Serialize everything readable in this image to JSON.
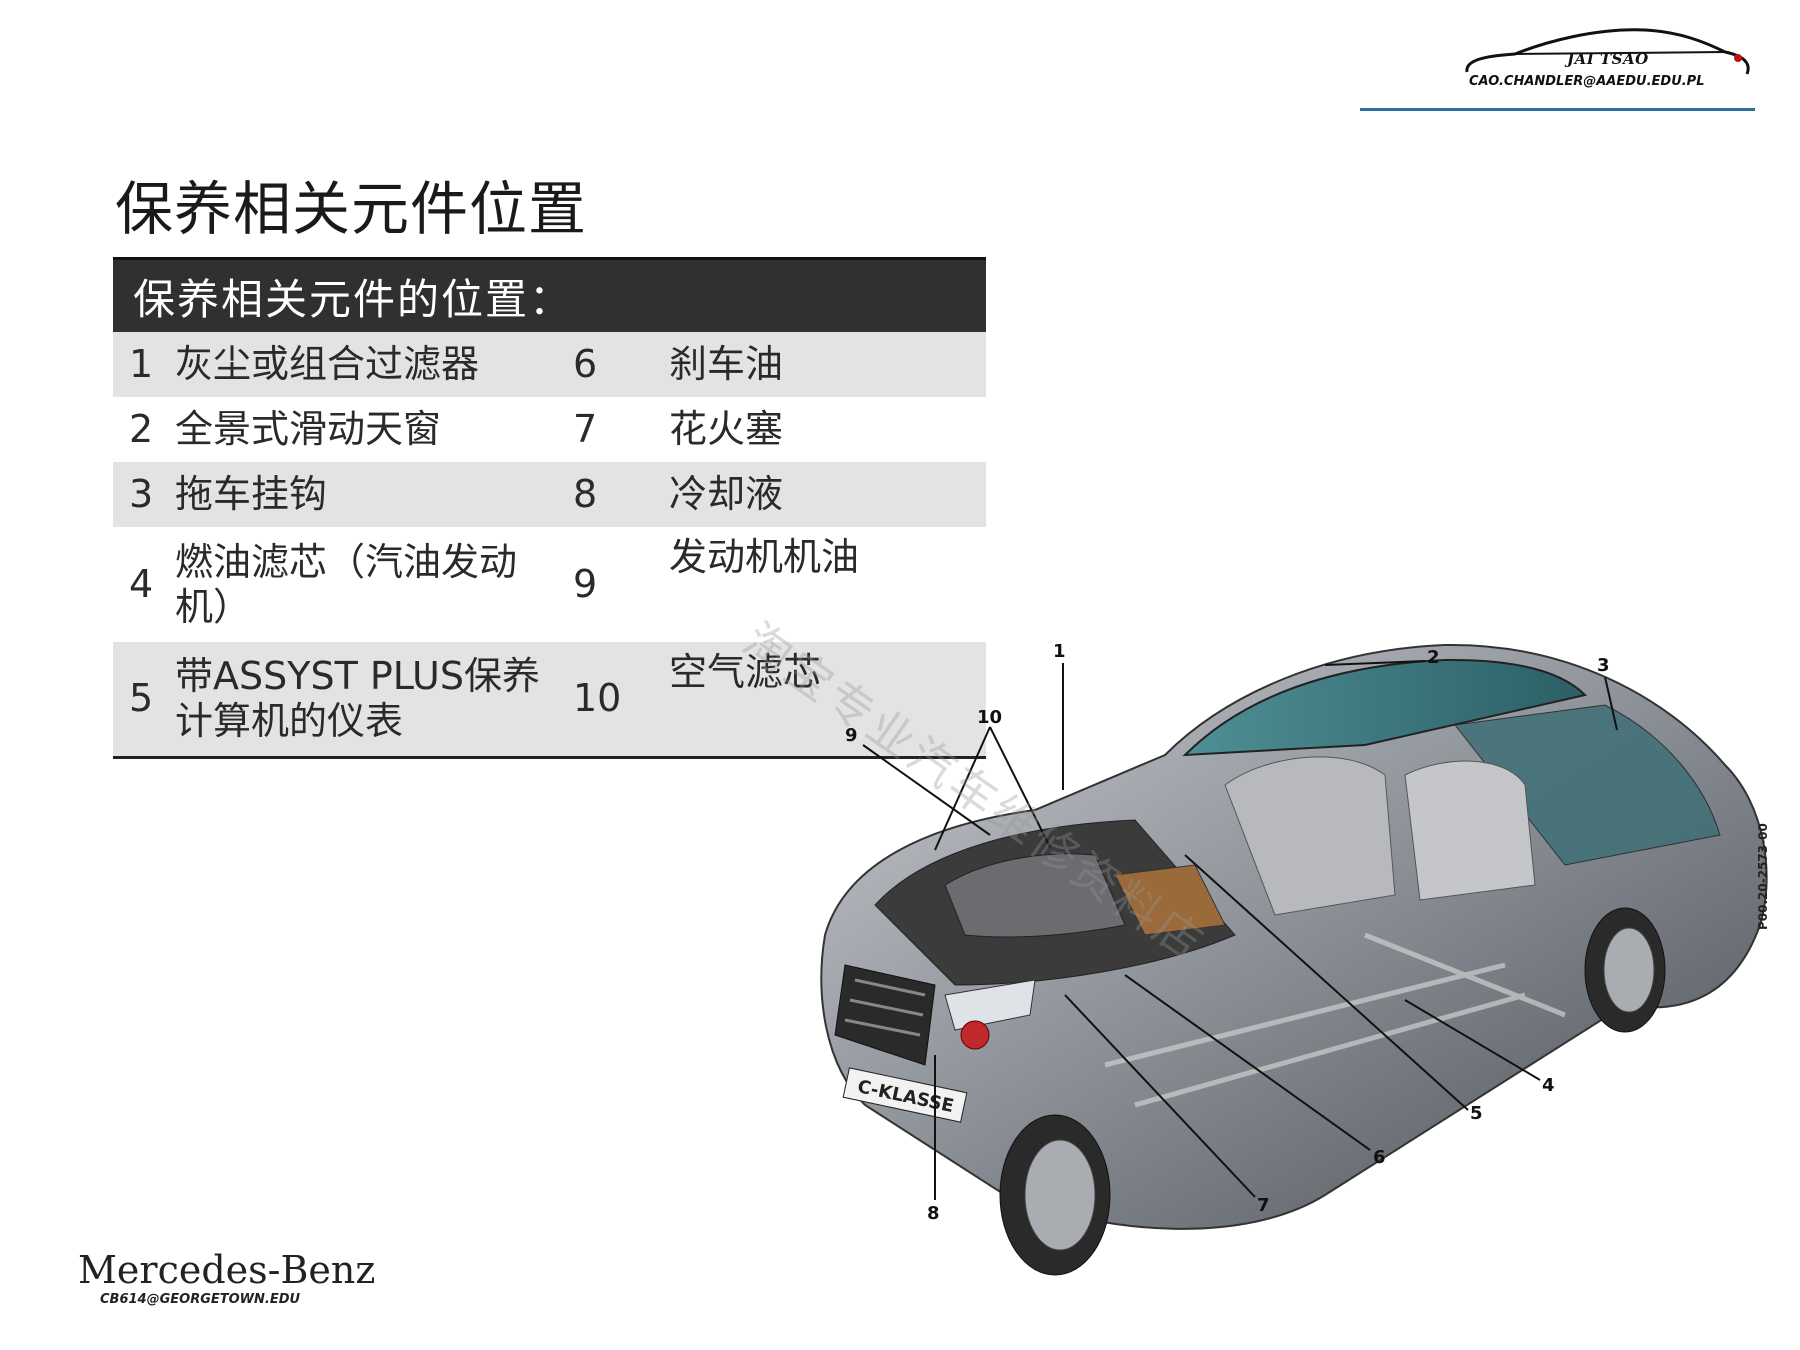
{
  "header": {
    "logo_name": "JAI TSAO",
    "logo_email": "CAO.CHANDLER@AAEDU.EDU.PL"
  },
  "title": "保养相关元件位置",
  "table": {
    "heading": "保养相关元件的位置：",
    "rows": [
      {
        "n1": "1",
        "p1": "灰尘或组合过滤器",
        "n2": "6",
        "p2": "刹车油"
      },
      {
        "n1": "2",
        "p1": "全景式滑动天窗",
        "n2": "7",
        "p2": "花火塞"
      },
      {
        "n1": "3",
        "p1": "拖车挂钩",
        "n2": "8",
        "p2": "冷却液"
      },
      {
        "n1": "4",
        "p1": "燃油滤芯（汽油发动机）",
        "n2": "9",
        "p2": "发动机机油"
      },
      {
        "n1": "5",
        "p1": "带ASSYST PLUS保养计算机的仪表",
        "n2": "10",
        "p2": "空气滤芯"
      }
    ]
  },
  "figure": {
    "callouts": [
      "1",
      "2",
      "3",
      "4",
      "5",
      "6",
      "7",
      "8",
      "9",
      "10"
    ],
    "plate_text": "C-KLASSE",
    "code": "P00.20-2573-00"
  },
  "watermark": "淘宝专业汽车维修资料店",
  "footer": {
    "brand": "Mercedes-Benz",
    "email": "CB614@GEORGETOWN.EDU"
  },
  "colors": {
    "header_rule": "#2e6f9e",
    "table_header_bg": "#303030",
    "row_shade": "#e3e3e3"
  }
}
